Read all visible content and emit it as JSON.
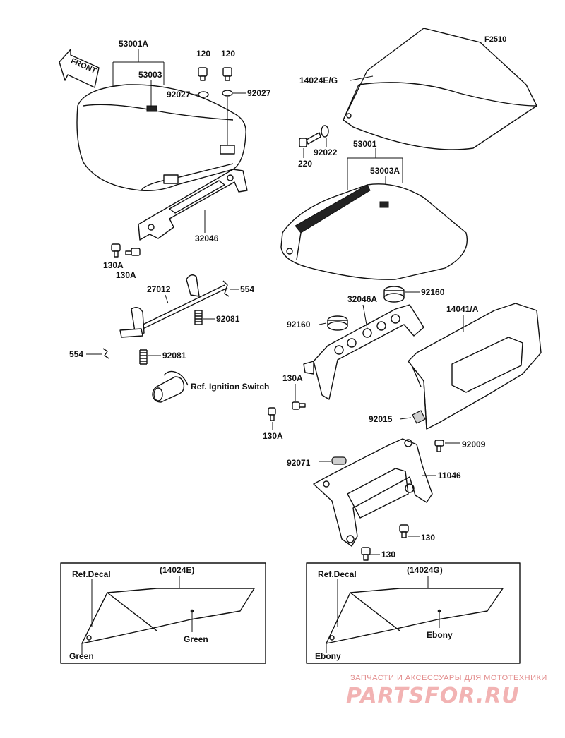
{
  "figure_code": "F2510",
  "front_label": "FRONT",
  "labels": {
    "p53001A": "53001A",
    "p53003": "53003",
    "p120a": "120",
    "p120b": "120",
    "p92027a": "92027",
    "p92027b": "92027",
    "p32046": "32046",
    "p130A_1": "130A",
    "p130A_2": "130A",
    "p27012": "27012",
    "p554_1": "554",
    "p554_2": "554",
    "p92081_1": "92081",
    "p92081_2": "92081",
    "ref_ignition": "Ref. Ignition Switch",
    "p14024EG": "14024E/G",
    "p92022": "92022",
    "p220": "220",
    "p53001": "53001",
    "p53003A": "53003A",
    "p92160_1": "92160",
    "p92160_2": "92160",
    "p32046A": "32046A",
    "p14041A": "14041/A",
    "p130A_3": "130A",
    "p130A_4": "130A",
    "p92015": "92015",
    "p92009": "92009",
    "p92071": "92071",
    "p11046": "11046",
    "p130_1": "130",
    "p130_2": "130"
  },
  "decal_boxes": [
    {
      "ref": "Ref.Decal",
      "title": "(14024E)",
      "color_main": "Green",
      "color_corner": "Green"
    },
    {
      "ref": "Ref.Decal",
      "title": "(14024G)",
      "color_main": "Ebony",
      "color_corner": "Ebony"
    }
  ],
  "watermark": {
    "top": "ЗАПЧАСТИ И АКСЕССУАРЫ ДЛЯ МОТОТЕХНИКИ",
    "brand": "PARTSFOR.RU"
  }
}
